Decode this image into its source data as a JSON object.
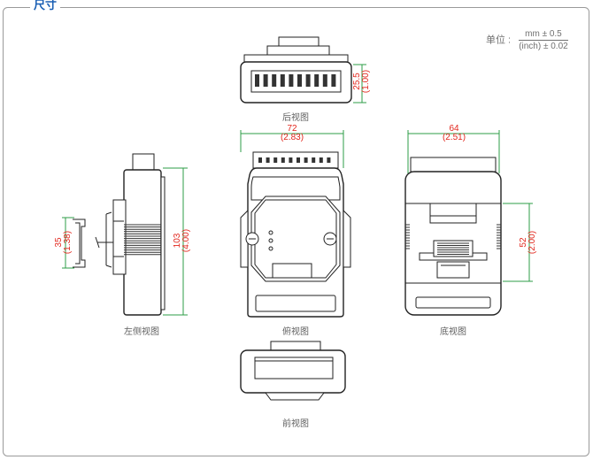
{
  "title": "尺寸",
  "unit": {
    "label": "单位 :",
    "numerator": "mm ± 0.5",
    "denominator": "(inch) ± 0.02"
  },
  "views": {
    "rear": "后视图",
    "left_side": "左侧视图",
    "top": "俯视图",
    "bottom": "底视图",
    "front": "前视图"
  },
  "dimensions": {
    "rear_height": {
      "mm": "25.5",
      "inch": "(1.00)"
    },
    "top_width": {
      "mm": "72",
      "inch": "(2.83)"
    },
    "bottom_width": {
      "mm": "64",
      "inch": "(2.51)"
    },
    "side_height": {
      "mm": "103",
      "inch": "(4.00)"
    },
    "rail_height": {
      "mm": "35",
      "inch": "(1.38)"
    },
    "bottom_height": {
      "mm": "52",
      "inch": "(2.00)"
    }
  },
  "colors": {
    "title": "#1a5fb4",
    "dimension_text": "#e2261c",
    "dimension_line": "#2e9e47",
    "drawing": "#222222"
  }
}
